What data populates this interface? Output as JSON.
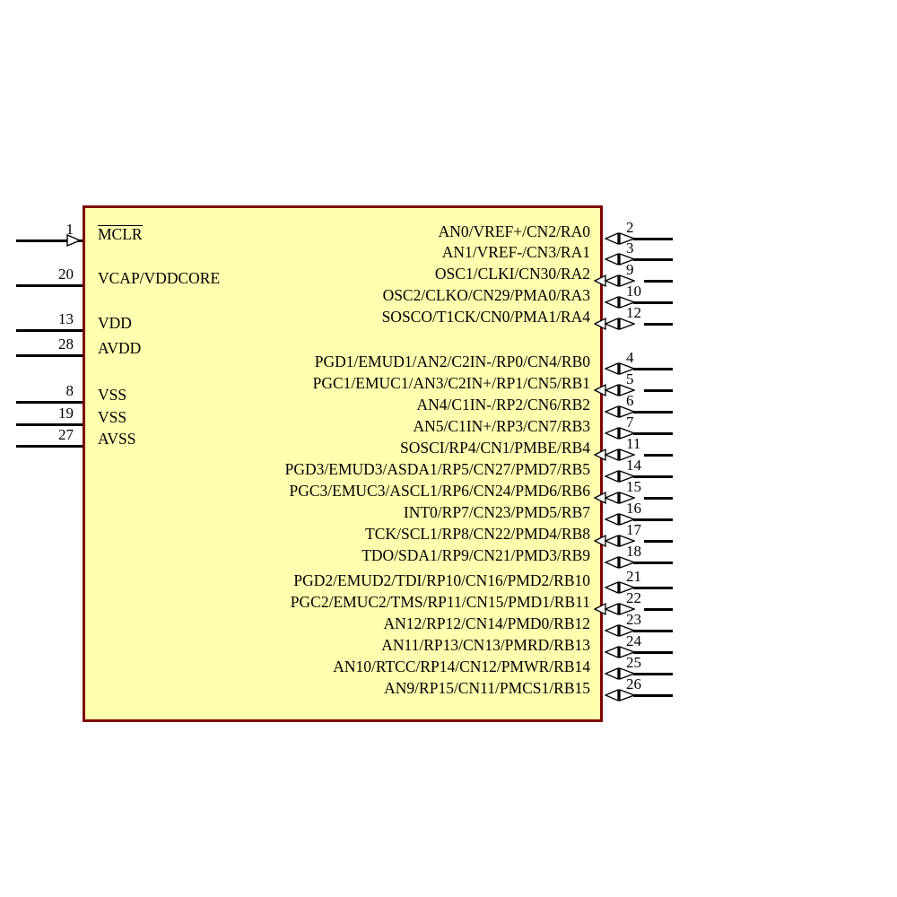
{
  "diagram": {
    "title": "PIC24F microcontroller pin diagram",
    "chip_fill_color": "#ffffaf",
    "chip_border_color": "#800000",
    "wire_color": "#000000",
    "left_pins": [
      {
        "number": "1",
        "label": "MCLR",
        "overbar": true,
        "marker": "input-arrow"
      },
      {
        "number": "20",
        "label": "VCAP/VDDCORE",
        "overbar": false,
        "marker": "plain"
      },
      {
        "number": "13",
        "label": "VDD",
        "overbar": false,
        "marker": "plain"
      },
      {
        "number": "28",
        "label": "AVDD",
        "overbar": false,
        "marker": "plain"
      },
      {
        "number": "8",
        "label": "VSS",
        "overbar": false,
        "marker": "plain"
      },
      {
        "number": "19",
        "label": "VSS",
        "overbar": false,
        "marker": "plain"
      },
      {
        "number": "27",
        "label": "AVSS",
        "overbar": false,
        "marker": "plain"
      }
    ],
    "right_pins_porta": [
      {
        "number": "2",
        "label": "AN0/VREF+/CN2/RA0",
        "marker": "bidir"
      },
      {
        "number": "3",
        "label": "AN1/VREF-/CN3/RA1",
        "marker": "bidir"
      },
      {
        "number": "9",
        "label": "OSC1/CLKI/CN30/RA2",
        "marker": "bidir-extra"
      },
      {
        "number": "10",
        "label": "OSC2/CLKO/CN29/PMA0/RA3",
        "marker": "bidir"
      },
      {
        "number": "12",
        "label": "SOSCO/T1CK/CN0/PMA1/RA4",
        "marker": "bidir-extra"
      }
    ],
    "right_pins_portb": [
      {
        "number": "4",
        "label": "PGD1/EMUD1/AN2/C2IN-/RP0/CN4/RB0",
        "marker": "bidir"
      },
      {
        "number": "5",
        "label": "PGC1/EMUC1/AN3/C2IN+/RP1/CN5/RB1",
        "marker": "bidir-extra"
      },
      {
        "number": "6",
        "label": "AN4/C1IN-/RP2/CN6/RB2",
        "marker": "bidir"
      },
      {
        "number": "7",
        "label": "AN5/C1IN+/RP3/CN7/RB3",
        "marker": "bidir"
      },
      {
        "number": "11",
        "label": "SOSCI/RP4/CN1/PMBE/RB4",
        "marker": "bidir-extra"
      },
      {
        "number": "14",
        "label": "PGD3/EMUD3/ASDA1/RP5/CN27/PMD7/RB5",
        "marker": "bidir"
      },
      {
        "number": "15",
        "label": "PGC3/EMUC3/ASCL1/RP6/CN24/PMD6/RB6",
        "marker": "bidir-extra"
      },
      {
        "number": "16",
        "label": "INT0/RP7/CN23/PMD5/RB7",
        "marker": "bidir"
      },
      {
        "number": "17",
        "label": "TCK/SCL1/RP8/CN22/PMD4/RB8",
        "marker": "bidir-extra"
      },
      {
        "number": "18",
        "label": "TDO/SDA1/RP9/CN21/PMD3/RB9",
        "marker": "bidir"
      },
      {
        "number": "21",
        "label": "PGD2/EMUD2/TDI/RP10/CN16/PMD2/RB10",
        "marker": "bidir"
      },
      {
        "number": "22",
        "label": "PGC2/EMUC2/TMS/RP11/CN15/PMD1/RB11",
        "marker": "bidir-extra"
      },
      {
        "number": "23",
        "label": "AN12/RP12/CN14/PMD0/RB12",
        "marker": "bidir"
      },
      {
        "number": "24",
        "label": "AN11/RP13/CN13/PMRD/RB13",
        "marker": "bidir"
      },
      {
        "number": "25",
        "label": "AN10/RTCC/RP14/CN12/PMWR/RB14",
        "marker": "bidir"
      },
      {
        "number": "26",
        "label": "AN9/RP15/CN11/PMCS1/RB15",
        "marker": "bidir"
      }
    ]
  }
}
